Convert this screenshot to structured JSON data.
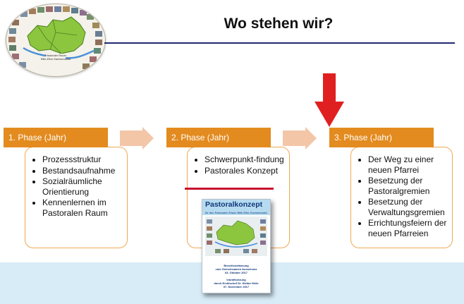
{
  "title": "Wo stehen wir?",
  "logo": {
    "caption_line1": "Pastoraler Raum",
    "caption_line2": "Bille-Elbe-Sachsenwald"
  },
  "phases": [
    {
      "header": "1. Phase (Jahr)",
      "items": [
        "Prozessstruktur",
        "Bestandsaufnahme",
        "Sozialräumliche Orientierung",
        "Kennenlernen im Pastoralen Raum"
      ]
    },
    {
      "header": "2. Phase (Jahr)",
      "items": [
        "Schwerpunkt-findung",
        "Pastorales Konzept"
      ]
    },
    {
      "header": "3. Phase (Jahr)",
      "items": [
        "Der Weg zu einer neuen Pfarrei",
        "Besetzung der Pastoralgremien",
        "Besetzung der Verwaltungsgremien",
        "Errichtungsfeiern der neuen Pfarreien"
      ]
    }
  ],
  "brochure": {
    "title": "Pastoralkonzept",
    "subtitle": "für den Pastoralen Raum Bille-Elbe-Sachsenwald",
    "line1": "Beschlussfassung",
    "line2": "vom Gemeinsamen Ausschuss",
    "line3": "03. Oktober 2017",
    "line4": "Inkraftsetzung",
    "line5": "durch Erzbischof Dr. Stefan Heße",
    "line6": "07. November 2017"
  },
  "colors": {
    "phase_header": "#e38b1f",
    "phase_border": "#f0a852",
    "chevron": "#f3c6a8",
    "current_marker": "#e02020",
    "title_rule": "#1f2a6e",
    "bottom_band": "#d8ecf8"
  },
  "icons": {
    "current_phase": "down-arrow-icon",
    "transition": "chevron-right-icon"
  }
}
